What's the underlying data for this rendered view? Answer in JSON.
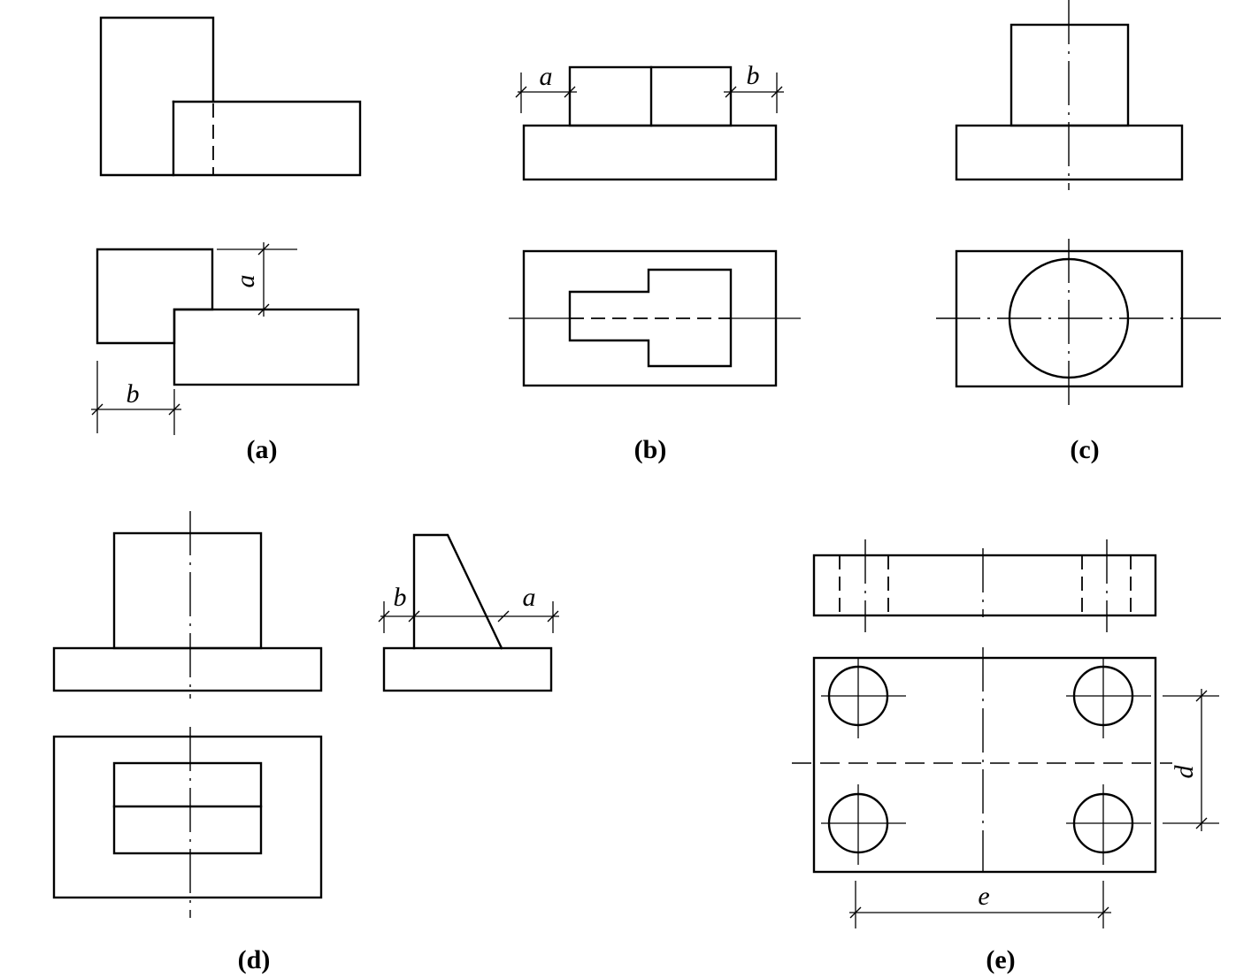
{
  "figures": {
    "a": {
      "caption": "(a)",
      "dim_a": "a",
      "dim_b": "b"
    },
    "b": {
      "caption": "(b)",
      "dim_a": "a",
      "dim_b": "b"
    },
    "c": {
      "caption": "(c)"
    },
    "d": {
      "caption": "(d)",
      "dim_a": "a",
      "dim_b": "b"
    },
    "e": {
      "caption": "(e)",
      "dim_d": "d",
      "dim_e": "e"
    }
  }
}
